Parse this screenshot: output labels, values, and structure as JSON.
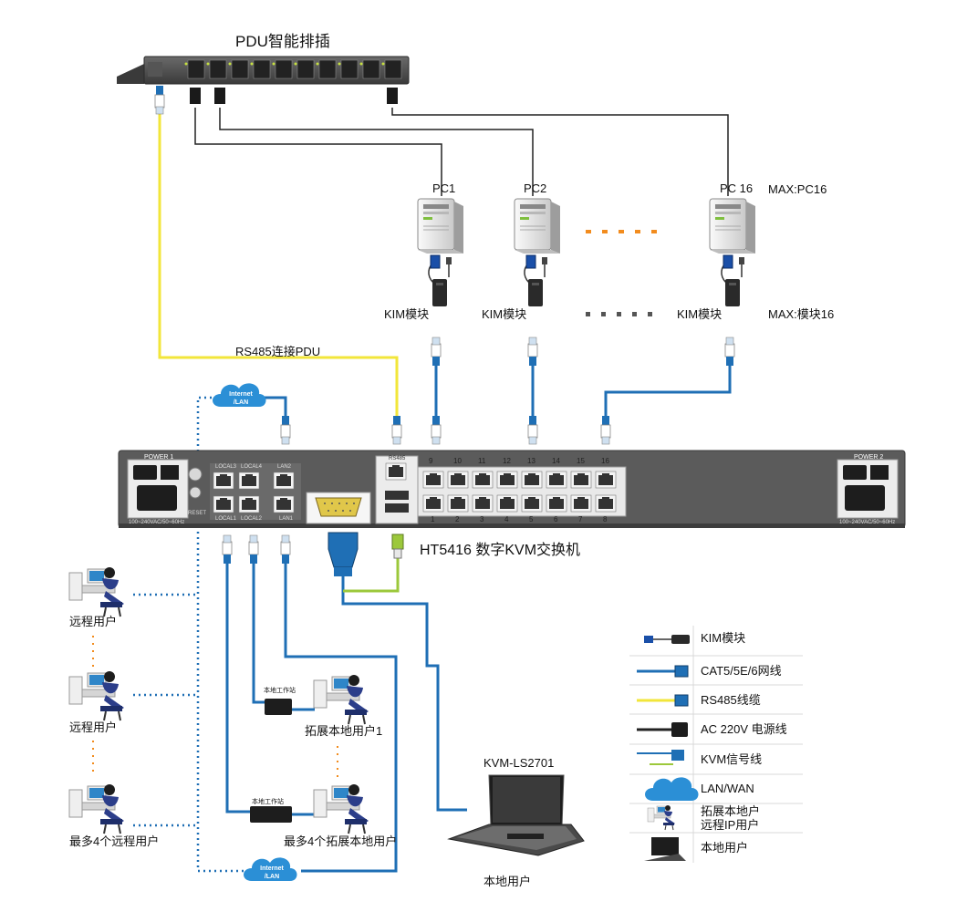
{
  "pdu": {
    "title": "PDU智能排插"
  },
  "pcs": [
    {
      "label": "PC1"
    },
    {
      "label": "PC2"
    },
    {
      "label": "PC 16"
    }
  ],
  "max_pc_label": "MAX:PC16",
  "kim_modules": [
    {
      "label": "KIM模块"
    },
    {
      "label": "KIM模块"
    },
    {
      "label": "KIM模块"
    }
  ],
  "max_module_label": "MAX:模块16",
  "rs485_label": "RS485连接PDU",
  "switch": {
    "title": "HT5416 数字KVM交换机",
    "power1": "POWER 1",
    "power2": "POWER 2",
    "power_spec": "100~240VAC/50~60Hz",
    "reset": "RESET",
    "rs485": "RS485",
    "local3": "LOCAL3",
    "local4": "LOCAL4",
    "local1": "LOCAL1",
    "local2": "LOCAL2",
    "lan2": "LAN2",
    "lan1": "LAN1",
    "top_ports": [
      "9",
      "10",
      "11",
      "12",
      "13",
      "14",
      "15",
      "16"
    ],
    "bottom_ports": [
      "1",
      "2",
      "3",
      "4",
      "5",
      "6",
      "7",
      "8"
    ]
  },
  "cloud_label_top": "Internet",
  "cloud_label_bottom": "/LAN",
  "remote_users": [
    {
      "label": "远程用户"
    },
    {
      "label": "远程用户"
    },
    {
      "label": "最多4个远程用户"
    }
  ],
  "local_stations": [
    {
      "box_label": "本地工作站",
      "user_label": "拓展本地用户1"
    },
    {
      "box_label": "本地工作站",
      "user_label": "最多4个拓展本地用户"
    }
  ],
  "console": {
    "model": "KVM-LS2701",
    "label": "本地用户"
  },
  "legend": [
    {
      "label": "KIM模块"
    },
    {
      "label": "CAT5/5E/6网线"
    },
    {
      "label": "RS485线缆"
    },
    {
      "label": "AC 220V 电源线"
    },
    {
      "label": "KVM信号线"
    },
    {
      "label": "LAN/WAN"
    },
    {
      "label": "拓展本地户",
      "label2": "远程IP用户"
    },
    {
      "label": "本地用户"
    }
  ],
  "colors": {
    "cat5": "#1f6fb5",
    "rs485": "#f2e63a",
    "power": "#222222",
    "kvm_green": "#9cc83b",
    "cloud": "#2b8fd6",
    "orange_dots": "#f28c1e",
    "switch_body": "#5b5b5b"
  }
}
